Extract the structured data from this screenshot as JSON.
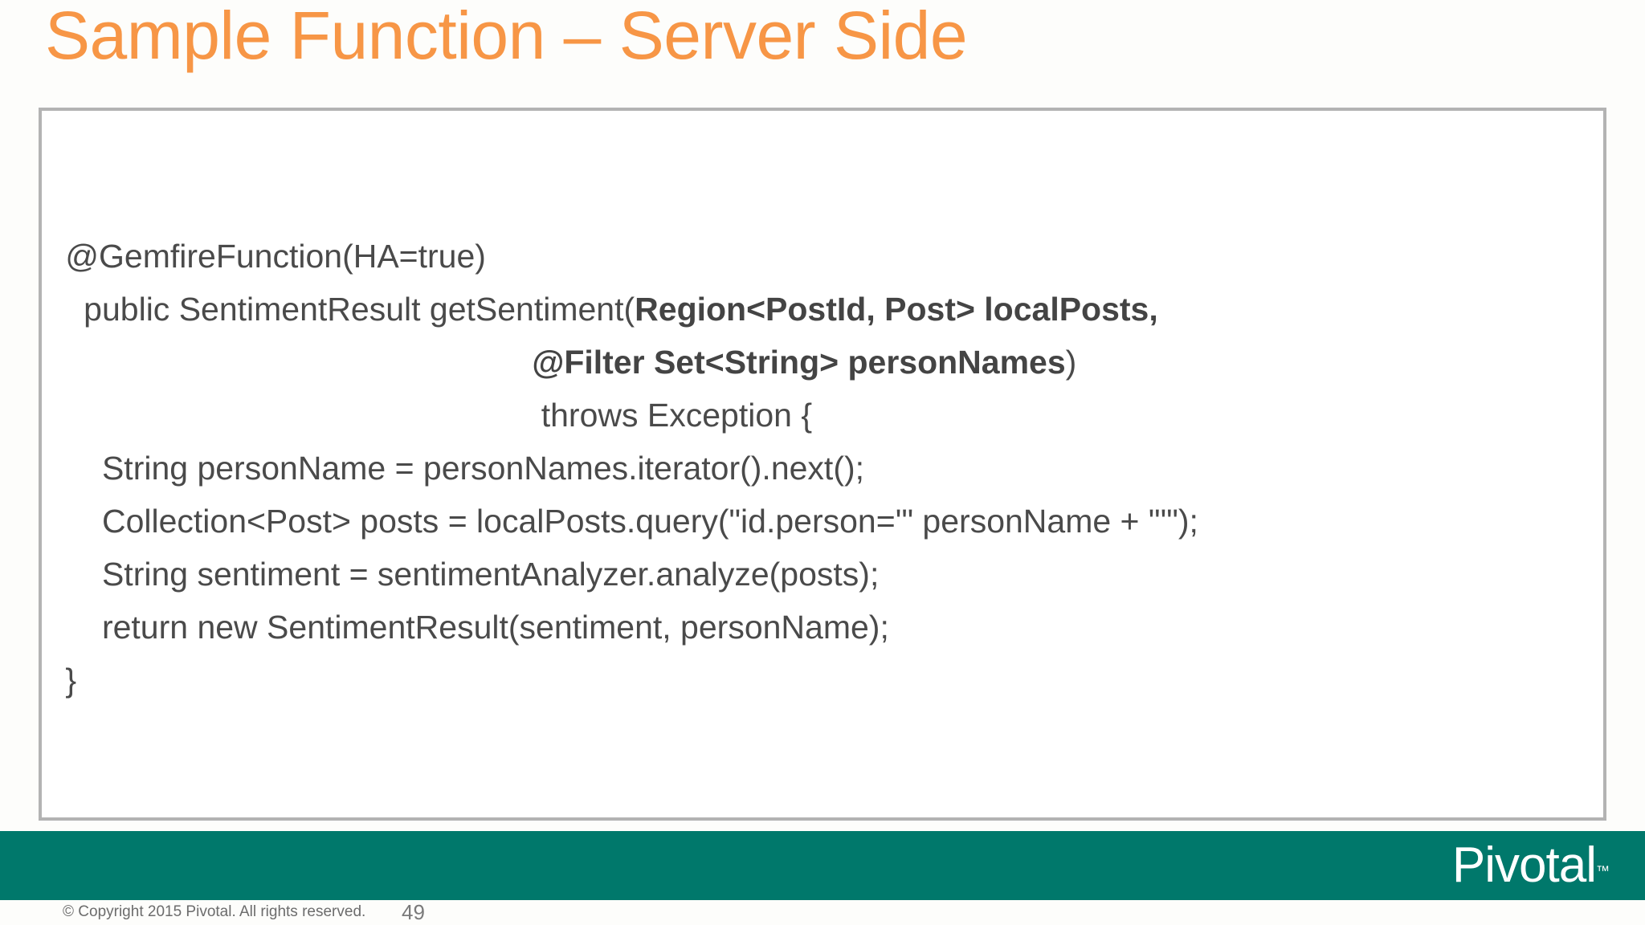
{
  "slide": {
    "title": "Sample Function – Server Side",
    "title_color": "#f79646",
    "accent_color": "#00786b",
    "code_text_color": "#4a4a4a",
    "box_border_color": "#b3b3b3"
  },
  "code": {
    "lines": [
      {
        "id": "line-1",
        "segments": [
          {
            "text": " @GemfireFunction(HA=true)",
            "bold": false
          }
        ]
      },
      {
        "id": "line-2",
        "segments": [
          {
            "text": "   public SentimentResult getSentiment(",
            "bold": false
          },
          {
            "text": "Region<PostId, Post> localPosts,",
            "bold": true
          }
        ]
      },
      {
        "id": "line-3",
        "segments": [
          {
            "text": "                                                    ",
            "bold": false
          },
          {
            "text": "@Filter Set<String> personNames",
            "bold": true
          },
          {
            "text": ")",
            "bold": false
          }
        ]
      },
      {
        "id": "line-4",
        "segments": [
          {
            "text": "                                                     throws Exception {",
            "bold": false
          }
        ]
      },
      {
        "id": "line-5",
        "segments": [
          {
            "text": "     String personName = personNames.iterator().next();",
            "bold": false
          }
        ]
      },
      {
        "id": "line-6",
        "segments": [
          {
            "text": "     Collection<Post> posts = localPosts.query(\"id.person='\" personName + \"'\");",
            "bold": false
          }
        ]
      },
      {
        "id": "line-7",
        "segments": [
          {
            "text": "     String sentiment = sentimentAnalyzer.analyze(posts);",
            "bold": false
          }
        ]
      },
      {
        "id": "line-8",
        "segments": [
          {
            "text": "     return new SentimentResult(sentiment, personName);",
            "bold": false
          }
        ]
      },
      {
        "id": "line-9",
        "segments": [
          {
            "text": " }",
            "bold": false
          }
        ]
      }
    ]
  },
  "footer": {
    "logo_text": "Pivotal",
    "logo_trademark": "™",
    "copyright": "© Copyright 2015 Pivotal. All rights reserved.",
    "page_number": "49"
  }
}
